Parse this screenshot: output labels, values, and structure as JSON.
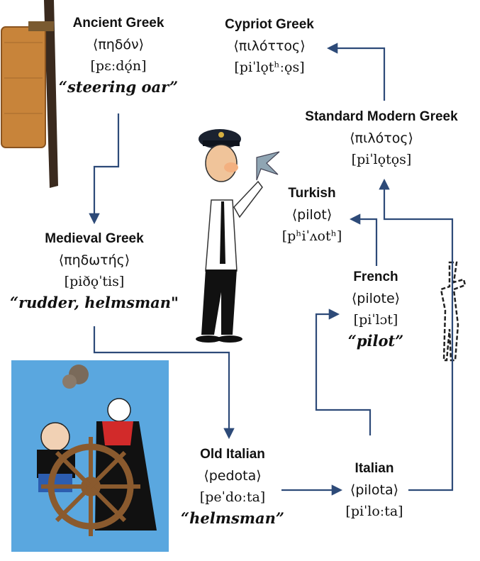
{
  "nodes": {
    "ancient_greek": {
      "language": "Ancient Greek",
      "word": "⟨πηδόν⟩",
      "ipa": "[pɛːdǫ́n]",
      "gloss": "“steering oar”"
    },
    "cypriot_greek": {
      "language": "Cypriot Greek",
      "word": "⟨πιλόττος⟩",
      "ipa": "[piˈlǫtʰːǫs]"
    },
    "standard_modern_greek": {
      "language": "Standard Modern Greek",
      "word": "⟨πιλότος⟩",
      "ipa": "[piˈlǫtǫs]"
    },
    "turkish": {
      "language": "Turkish",
      "word": "⟨pilot⟩",
      "ipa": "[pʰiˈʌotʰ]"
    },
    "medieval_greek": {
      "language": "Medieval Greek",
      "word": "⟨πηδωτής⟩",
      "ipa": "[piðǫˈtis]",
      "gloss": "“rudder, helmsman\""
    },
    "french": {
      "language": "French",
      "word": "⟨pilote⟩",
      "ipa": "[piˈlɔt]",
      "gloss": "“pilot”"
    },
    "old_italian": {
      "language": "Old Italian",
      "word": "⟨pedota⟩",
      "ipa": "[peˈdoːta]",
      "gloss": "“helmsman”"
    },
    "italian": {
      "language": "Italian",
      "word": "⟨pilota⟩",
      "ipa": "[piˈloːta]"
    }
  },
  "colors": {
    "arrow": "#2d4a78",
    "oar": "#c8843a",
    "sky": "#5aa7df"
  },
  "illustrations": [
    "steering-oar",
    "cartoon-pilot-with-toy-plane",
    "popeye-and-olive-at-ships-wheel",
    "stylized-flying-figure"
  ]
}
